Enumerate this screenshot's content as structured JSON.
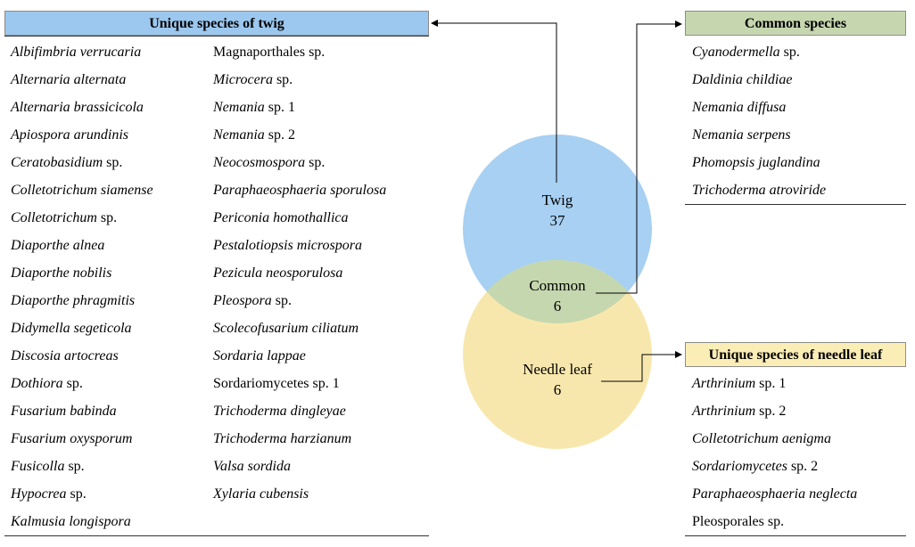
{
  "twig_panel": {
    "title": "Unique species of twig",
    "col1": [
      {
        "it": "Albifimbria verrucaria",
        "rest": ""
      },
      {
        "it": "Alternaria alternata",
        "rest": ""
      },
      {
        "it": "Alternaria brassicicola",
        "rest": ""
      },
      {
        "it": "Apiospora arundinis",
        "rest": ""
      },
      {
        "it": "Ceratobasidium",
        "rest": " sp."
      },
      {
        "it": "Colletotrichum siamense",
        "rest": ""
      },
      {
        "it": "Colletotrichum",
        "rest": " sp."
      },
      {
        "it": "Diaporthe alnea",
        "rest": ""
      },
      {
        "it": "Diaporthe nobilis",
        "rest": ""
      },
      {
        "it": "Diaporthe phragmitis",
        "rest": ""
      },
      {
        "it": "Didymella segeticola",
        "rest": ""
      },
      {
        "it": "Discosia artocreas",
        "rest": ""
      },
      {
        "it": "Dothiora",
        "rest": " sp."
      },
      {
        "it": "Fusarium babinda",
        "rest": ""
      },
      {
        "it": "Fusarium oxysporum",
        "rest": ""
      },
      {
        "it": "Fusicolla",
        "rest": " sp."
      },
      {
        "it": "Hypocrea",
        "rest": " sp."
      },
      {
        "it": "Kalmusia longispora",
        "rest": ""
      }
    ],
    "col2": [
      {
        "it": "",
        "rest": "Magnaporthales sp."
      },
      {
        "it": "Microcera",
        "rest": " sp."
      },
      {
        "it": "Nemania",
        "rest": " sp. 1"
      },
      {
        "it": "Nemania",
        "rest": " sp. 2"
      },
      {
        "it": "Neocosmospora",
        "rest": " sp."
      },
      {
        "it": "Paraphaeosphaeria sporulosa",
        "rest": ""
      },
      {
        "it": "Periconia homothallica",
        "rest": ""
      },
      {
        "it": "Pestalotiopsis microspora",
        "rest": ""
      },
      {
        "it": "Pezicula neosporulosa",
        "rest": ""
      },
      {
        "it": "Pleospora",
        "rest": " sp."
      },
      {
        "it": "Scolecofusarium ciliatum",
        "rest": ""
      },
      {
        "it": "Sordaria lappae",
        "rest": ""
      },
      {
        "it": "",
        "rest": "Sordariomycetes sp. 1"
      },
      {
        "it": "Trichoderma dingleyae",
        "rest": ""
      },
      {
        "it": "Trichoderma harzianum",
        "rest": ""
      },
      {
        "it": "Valsa sordida",
        "rest": ""
      },
      {
        "it": "Xylaria cubensis",
        "rest": ""
      }
    ]
  },
  "common_panel": {
    "title": "Common species",
    "items": [
      {
        "it": "Cyanodermella",
        "rest": " sp."
      },
      {
        "it": "Daldinia childiae",
        "rest": ""
      },
      {
        "it": "Nemania diffusa",
        "rest": ""
      },
      {
        "it": "Nemania serpens",
        "rest": ""
      },
      {
        "it": "Phomopsis juglandina",
        "rest": ""
      },
      {
        "it": "Trichoderma atroviride",
        "rest": ""
      }
    ]
  },
  "needle_panel": {
    "title": "Unique species of needle leaf",
    "items": [
      {
        "it": "Arthrinium",
        "rest": " sp. 1"
      },
      {
        "it": "Arthrinium",
        "rest": " sp. 2"
      },
      {
        "it": "Colletotrichum aenigma",
        "rest": ""
      },
      {
        "it": "Sordariomycetes",
        "rest": " sp. 2"
      },
      {
        "it": "Paraphaeosphaeria neglecta",
        "rest": ""
      },
      {
        "it": "",
        "rest": "Pleosporales sp."
      }
    ]
  },
  "venn": {
    "twig": {
      "label": "Twig",
      "count": "37",
      "color": "#a7d0f2"
    },
    "needle": {
      "label": "Needle leaf",
      "count": "6",
      "color": "#f8e7ad"
    },
    "common": {
      "label": "Common",
      "count": "6",
      "color": "#c5d7ae"
    }
  }
}
